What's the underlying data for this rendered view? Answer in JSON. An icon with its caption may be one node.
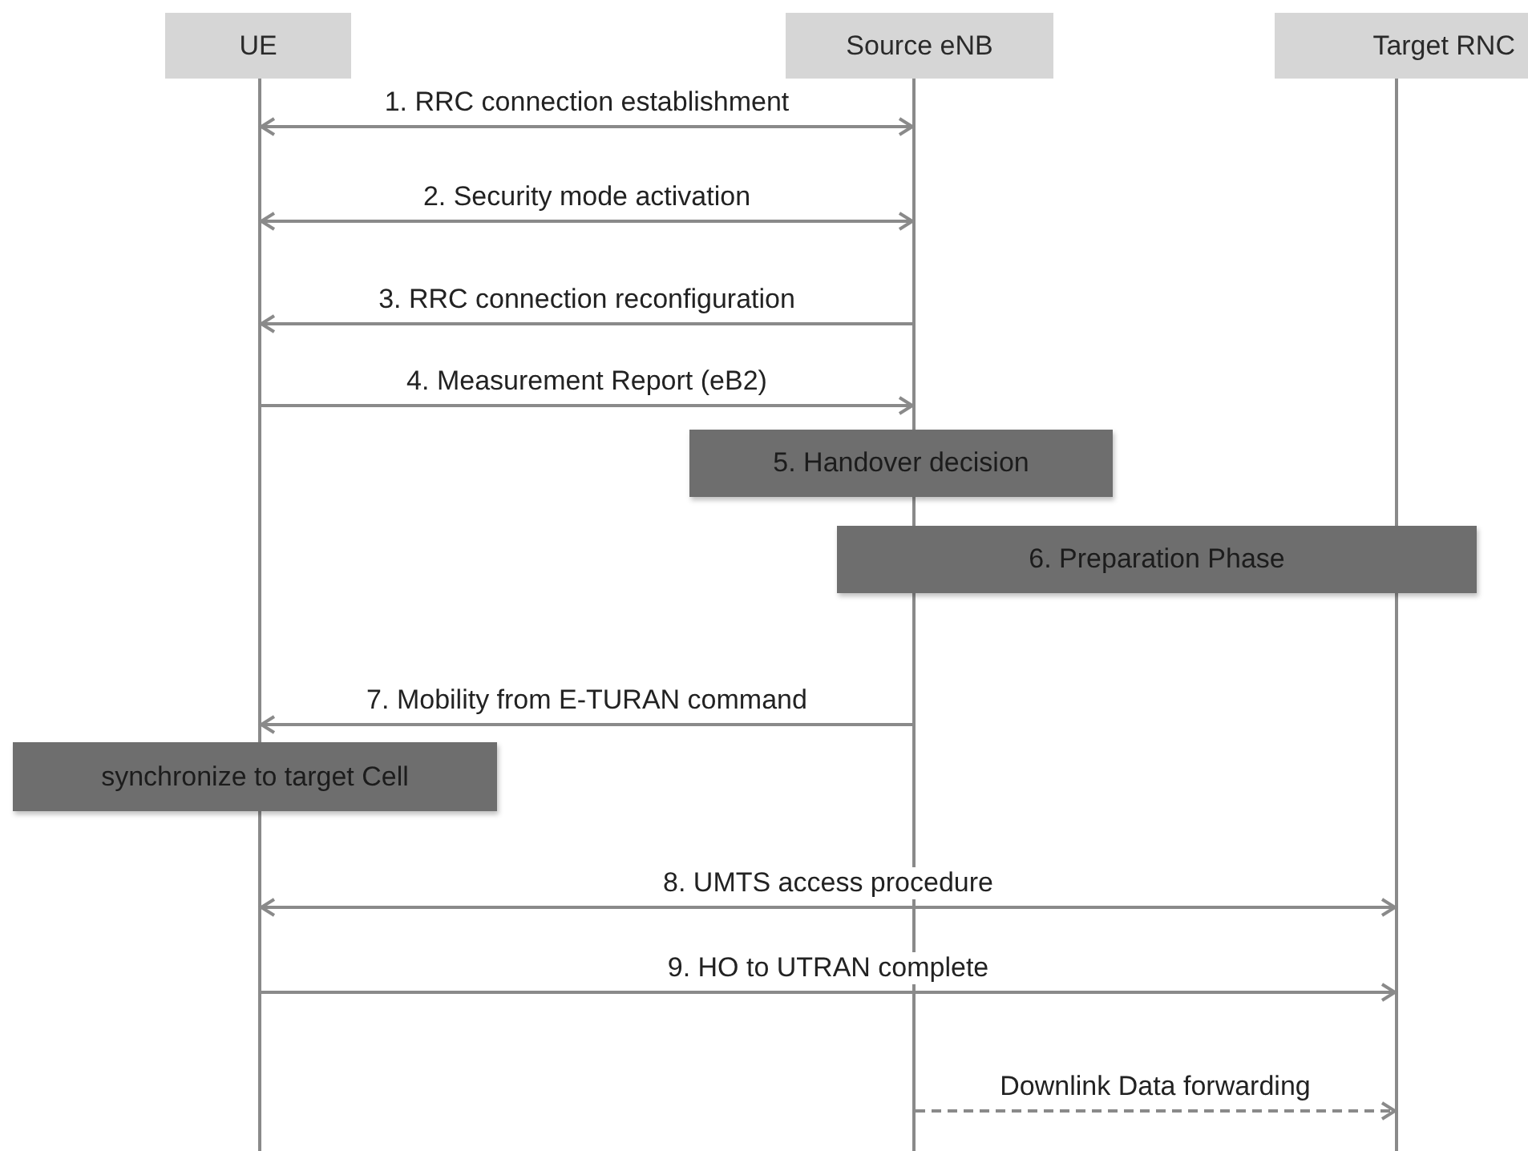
{
  "diagram": {
    "nodes": [
      {
        "text": [
          "UE"
        ]
      },
      {
        "text": [
          "Source eNB"
        ]
      },
      {
        "text": [
          "Target RNC"
        ]
      },
      {
        "text": [],
        "shape": "bar"
      },
      {
        "text": [],
        "shape": "bar"
      },
      {
        "text": [],
        "shape": "bar"
      },
      {
        "text": [
          "5. Handover decision"
        ]
      },
      {
        "text": [
          "6. Preparation Phase"
        ]
      },
      {
        "text": [
          "synchronize to target Cell"
        ]
      }
    ],
    "edges": [
      {
        "from": 3,
        "to": 4,
        "arrow": "both",
        "label": "1. RRC connection establishment"
      },
      {
        "from": 3,
        "to": 4,
        "arrow": "both",
        "label": "2. Security mode activation"
      },
      {
        "from": 4,
        "to": 3,
        "arrow": "to",
        "label": "3. RRC connection reconfiguration"
      },
      {
        "from": 3,
        "to": 4,
        "arrow": "to",
        "label": "4. Measurement Report (eB2)"
      },
      {
        "from": 4,
        "to": 3,
        "arrow": "to",
        "label": "7. Mobility from E-TURAN command"
      },
      {
        "from": 3,
        "to": 5,
        "arrow": "both",
        "label": "8. UMTS access procedure"
      },
      {
        "from": 3,
        "to": 5,
        "arrow": "to",
        "label": "9. HO to UTRAN complete"
      },
      {
        "from": 4,
        "to": 5,
        "arrow": "to",
        "label": "Downlink Data forwarding",
        "style": "dashed"
      }
    ]
  }
}
